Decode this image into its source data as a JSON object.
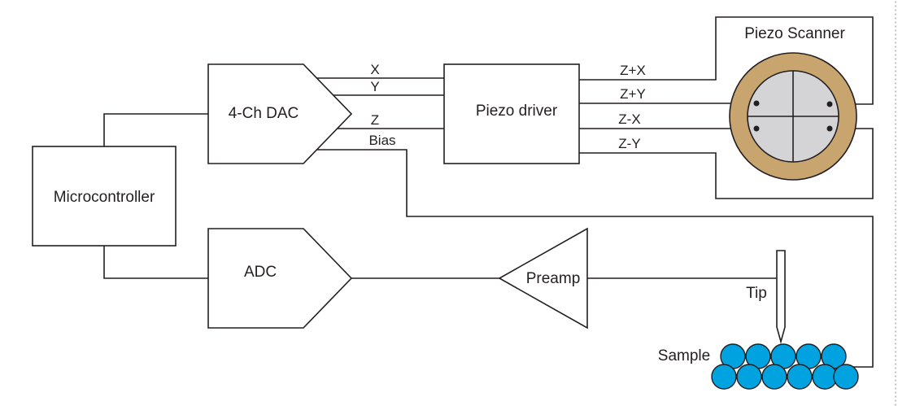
{
  "labels": {
    "microcontroller": "Microcontroller",
    "dac": "4-Ch DAC",
    "adc": "ADC",
    "piezo_driver": "Piezo driver",
    "piezo_scanner": "Piezo Scanner",
    "preamp": "Preamp",
    "tip": "Tip",
    "sample": "Sample"
  },
  "signals": {
    "x": "X",
    "y": "Y",
    "z": "Z",
    "bias": "Bias",
    "zpx": "Z+X",
    "zpy": "Z+Y",
    "zmx": "Z-X",
    "zmy": "Z-Y"
  },
  "colors": {
    "line": "#231f20",
    "scanner_ring": "#c8a46e",
    "scanner_core": "#d4d4d6",
    "sample_atom": "#00a3e0"
  }
}
